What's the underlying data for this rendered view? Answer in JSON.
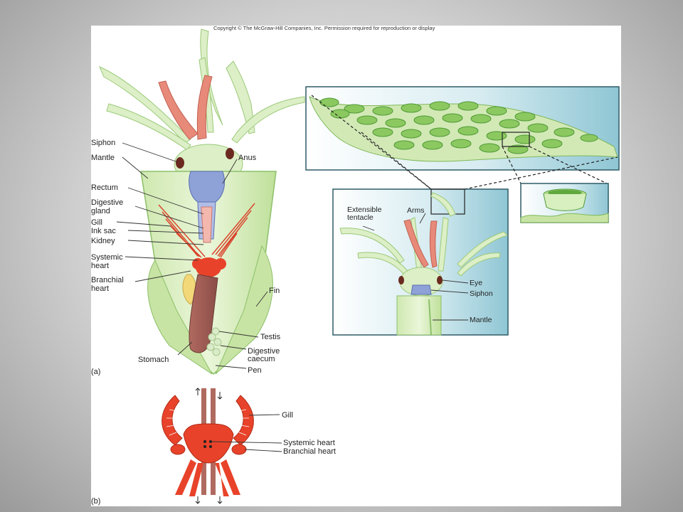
{
  "copyright": "Copyright © The McGraw-Hill Companies, Inc. Permission required for reproduction or display",
  "panel_a": {
    "letter": "(a)",
    "labels": {
      "siphon": "Siphon",
      "mantle": "Mantle",
      "anus": "Anus",
      "rectum": "Rectum",
      "digestive_gland_1": "Digestive",
      "digestive_gland_2": "gland",
      "gill": "Gill",
      "ink_sac": "Ink sac",
      "kidney": "Kidney",
      "systemic_heart_1": "Systemic",
      "systemic_heart_2": "heart",
      "branchial_heart_1": "Branchial",
      "branchial_heart_2": "heart",
      "fin": "Fin",
      "testis": "Testis",
      "digestive_caecum_1": "Digestive",
      "digestive_caecum_2": "caecum",
      "stomach": "Stomach",
      "pen": "Pen"
    }
  },
  "inset": {
    "labels": {
      "extensible_tentacle_1": "Extensible",
      "extensible_tentacle_2": "tentacle",
      "arms": "Arms",
      "eye": "Eye",
      "siphon": "Siphon",
      "mantle": "Mantle"
    }
  },
  "panel_b": {
    "letter": "(b)",
    "labels": {
      "gill": "Gill",
      "systemic_heart": "Systemic heart",
      "branchial_heart": "Branchial heart"
    }
  }
}
